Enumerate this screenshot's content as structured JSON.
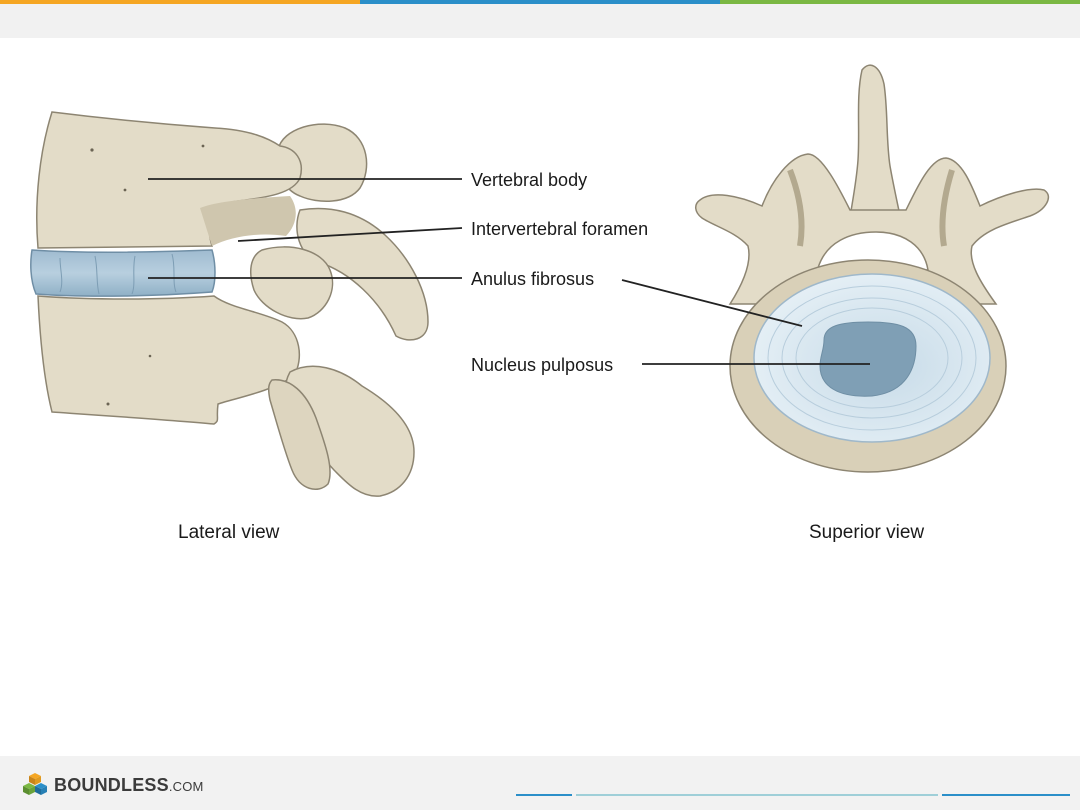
{
  "colors": {
    "stripe": [
      "#f5a623",
      "#2b8fc9",
      "#7bb843"
    ],
    "bone": "#e3dcc8",
    "bone_shade": "#c9bfa5",
    "bone_outline": "#8d8572",
    "disc": "#a9c3d6",
    "nucleus": "#7f9fb5",
    "leader": "#222222"
  },
  "labels": {
    "vertebral_body": "Vertebral body",
    "intervertebral_foramen": "Intervertebral foramen",
    "anulus_fibrosus": "Anulus fibrosus",
    "nucleus_pulposus": "Nucleus pulposus"
  },
  "views": {
    "lateral": "Lateral view",
    "superior": "Superior view"
  },
  "footer": {
    "brand_name": "BOUNDLESS",
    "brand_suffix": ".COM",
    "logo_icon": "stacked-cubes-icon"
  }
}
